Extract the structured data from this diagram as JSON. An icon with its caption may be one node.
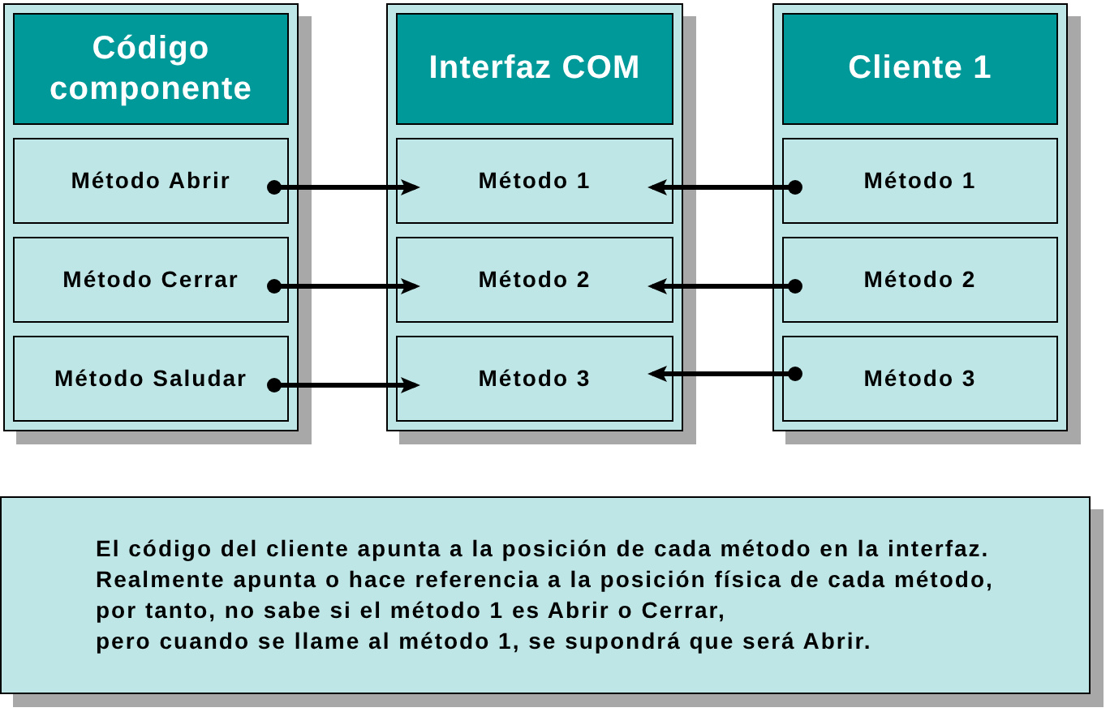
{
  "diagram": {
    "nodes": [
      {
        "text": [
          "Código componente"
        ]
      },
      {
        "text": [
          "Método Abrir"
        ],
        "in": 0
      },
      {
        "text": [
          "Método Cerrar"
        ],
        "in": 0
      },
      {
        "text": [
          "Método Saludar"
        ],
        "in": 0
      },
      {
        "text": [
          "Interfaz COM"
        ]
      },
      {
        "text": [
          "Método 1"
        ],
        "in": 4
      },
      {
        "text": [
          "Método 2"
        ],
        "in": 4
      },
      {
        "text": [
          "Método 3"
        ],
        "in": 4
      },
      {
        "text": [
          "Cliente 1"
        ]
      },
      {
        "text": [
          "Método 1"
        ],
        "in": 8
      },
      {
        "text": [
          "Método 2"
        ],
        "in": 8
      },
      {
        "text": [
          "Método 3"
        ],
        "in": 8
      },
      {
        "text": [
          "El código del cliente apunta a la posición de cada método en la interfaz.",
          "Realmente apunta o hace referencia a la posición física de cada método,",
          "por tanto, no sabe si el método 1 es Abrir o Cerrar,",
          "pero cuando se llame al método 1, se supondrá que será Abrir."
        ]
      }
    ],
    "edges": [
      {
        "from": 1,
        "to": 5,
        "arrow": "to"
      },
      {
        "from": 2,
        "to": 6,
        "arrow": "to"
      },
      {
        "from": 3,
        "to": 7,
        "arrow": "to"
      },
      {
        "from": 9,
        "to": 5,
        "arrow": "to"
      },
      {
        "from": 10,
        "to": 6,
        "arrow": "to"
      },
      {
        "from": 11,
        "to": 7,
        "arrow": "to"
      }
    ]
  }
}
